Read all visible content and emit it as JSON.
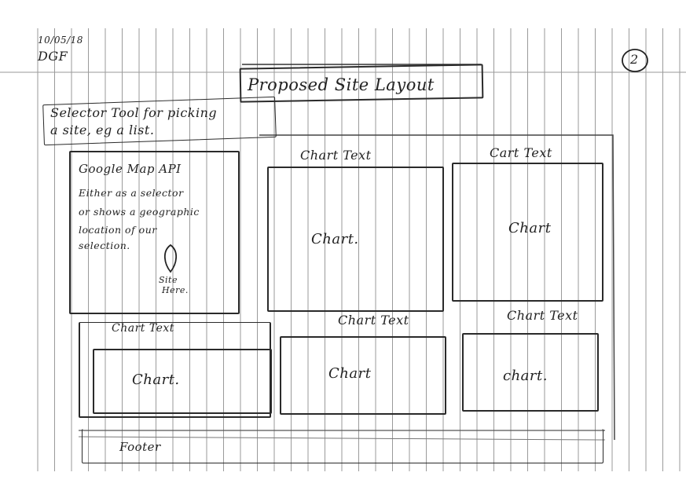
{
  "date": "10/05/18",
  "initials": "DGF",
  "page_number": "2",
  "title": "Proposed Site Layout",
  "selector_tool": {
    "line1": "Selector Tool for picking",
    "line2": "a site, eg a list."
  },
  "map_panel": {
    "heading": "Google Map API",
    "body_lines": [
      "Either as a selector",
      "or shows a geographic",
      "location of our",
      "selection."
    ],
    "pin_label_line1": "Site",
    "pin_label_line2": "Here."
  },
  "charts": {
    "top_middle": {
      "caption": "Chart Text",
      "label": "Chart."
    },
    "top_right": {
      "caption": "Cart Text",
      "label": "Chart"
    },
    "bottom_left": {
      "caption": "Chart Text",
      "label": "Chart."
    },
    "bottom_middle": {
      "caption": "Chart Text",
      "label": "Chart"
    },
    "bottom_right": {
      "caption": "Chart Text",
      "label": "chart."
    }
  },
  "footer": {
    "label": "Footer"
  }
}
